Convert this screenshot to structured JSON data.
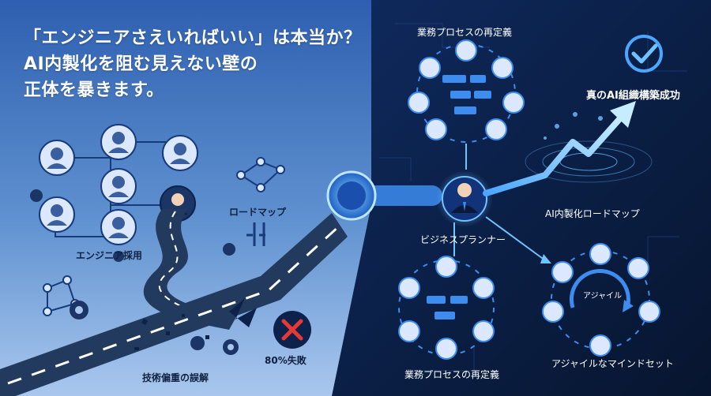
{
  "headline": {
    "line1": "「エンジニアさえいればいい」は本当か？",
    "line2": "AI内製化を阻む見えない壁の",
    "line3": "正体を暴きます。"
  },
  "left_side": {
    "hiring_label": "エンジニア採用",
    "roadmap_label": "ロードマップ",
    "failure_label": "80%失敗",
    "misconception_label": "技術偏重の誤解"
  },
  "right_side": {
    "top_cycle_label": "業務プロセスの再定義",
    "success_label": "真のAI組織構築成功",
    "roadmap_label": "AI内製化ロードマップ",
    "planner_label": "ビジネスプランナー",
    "bottom_cycle_label": "業務プロセスの再定義",
    "agile_label": "アジャイル",
    "mindset_label": "アジャイルなマインドセット"
  },
  "colors": {
    "left_bg_top": "#2e5fb0",
    "left_bg_bottom": "#a9c7ee",
    "right_bg": "#0d1f47",
    "accent": "#3d8cf0",
    "glow": "#6fc3ff",
    "failure_red": "#e53935",
    "road": "#223a5e"
  },
  "icons": [
    "person-icon",
    "laptop-icon",
    "gear-icon",
    "network-icon",
    "check-icon",
    "cross-icon",
    "flowchart-icon",
    "arrow-up-icon"
  ]
}
